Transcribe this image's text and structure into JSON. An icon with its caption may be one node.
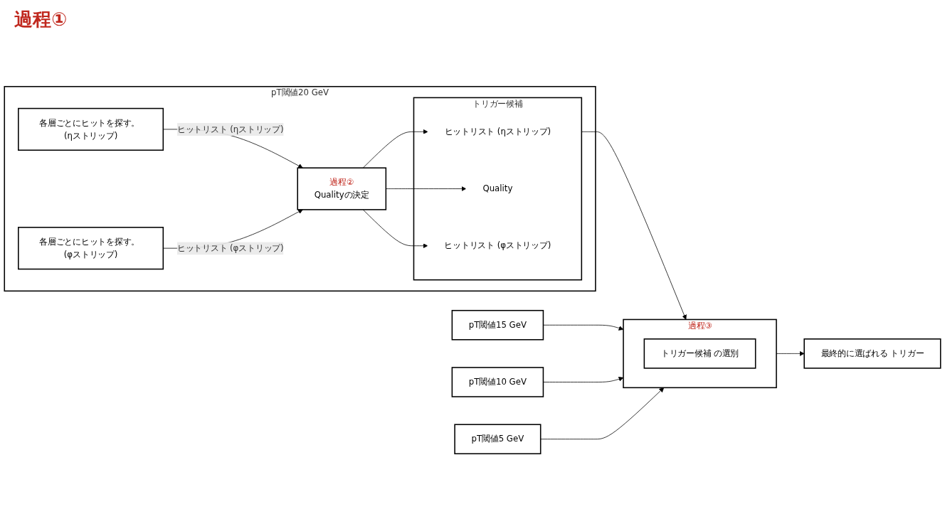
{
  "diagram": {
    "nodes": [
      {
        "text": [
          "pT閾値20 GeV"
        ]
      },
      {
        "text": [
          "各層ごとにヒットを探す。 (ηストリップ)"
        ],
        "in": 0
      },
      {
        "text": [
          "各層ごとにヒットを探す。 (φストリップ)"
        ],
        "in": 0
      },
      {
        "text": [
          "過程②",
          "Qualityの決定"
        ],
        "in": 0
      },
      {
        "text": [
          "トリガー候補"
        ],
        "in": 0
      },
      {
        "text": [
          "ヒットリスト (ηストリップ)"
        ],
        "in": 4
      },
      {
        "text": [
          "Quality"
        ],
        "in": 4
      },
      {
        "text": [
          "ヒットリスト (φストリップ)"
        ],
        "in": 4
      },
      {
        "text": [
          "過程③"
        ]
      },
      {
        "text": [
          "トリガー候補 の選別"
        ],
        "in": 8
      },
      {
        "text": [
          "最終的に選ばれる トリガー"
        ]
      },
      {
        "text": [
          "pT閾値15 GeV"
        ]
      },
      {
        "text": [
          "pT閾値10 GeV"
        ]
      },
      {
        "text": [
          "pT閾値5 GeV"
        ]
      }
    ],
    "edges": [
      {
        "from": 1,
        "to": 3,
        "arrow": "to",
        "label": "ヒットリスト (ηストリップ)"
      },
      {
        "from": 2,
        "to": 3,
        "arrow": "to",
        "label": "ヒットリスト (φストリップ)"
      },
      {
        "from": 3,
        "to": 5,
        "arrow": "to"
      },
      {
        "from": 3,
        "to": 6,
        "arrow": "to"
      },
      {
        "from": 3,
        "to": 7,
        "arrow": "to"
      },
      {
        "from": 4,
        "to": 8,
        "arrow": "to"
      },
      {
        "from": 8,
        "to": 10,
        "arrow": "to"
      },
      {
        "from": 11,
        "to": 8,
        "arrow": "to"
      },
      {
        "from": 12,
        "to": 8,
        "arrow": "to"
      },
      {
        "from": 13,
        "to": 8,
        "arrow": "to"
      }
    ],
    "labels": [
      "過程①"
    ]
  }
}
